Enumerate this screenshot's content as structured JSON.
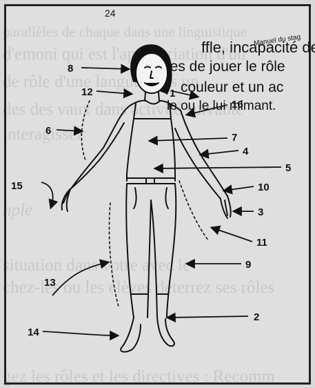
{
  "page_number": "24",
  "manual_note": "Manuel du stag",
  "overlay_lines": [
    "ffle, incapacité de",
    "ères de jouer le rôle",
    "couleur et un ac",
    "le ou le lui mimant."
  ],
  "bleed_lines": [
    "parallèles de chaque dans une linguistique",
    "d'emoni qui est l'appropriation d'un",
    "de rôle d'une langue dans un",
    "des des vaux dans activité suivante",
    "interagissez",
    "nple",
    "situation dans votre avec le",
    "chez-les ou les élèves déterrez ses rôles",
    "gez les rôles et les directives : Recomm"
  ],
  "labels": [
    "8",
    "12",
    "1",
    "16",
    "6",
    "7",
    "4",
    "5",
    "15",
    "10",
    "3",
    "11",
    "9",
    "13",
    "2",
    "14"
  ]
}
